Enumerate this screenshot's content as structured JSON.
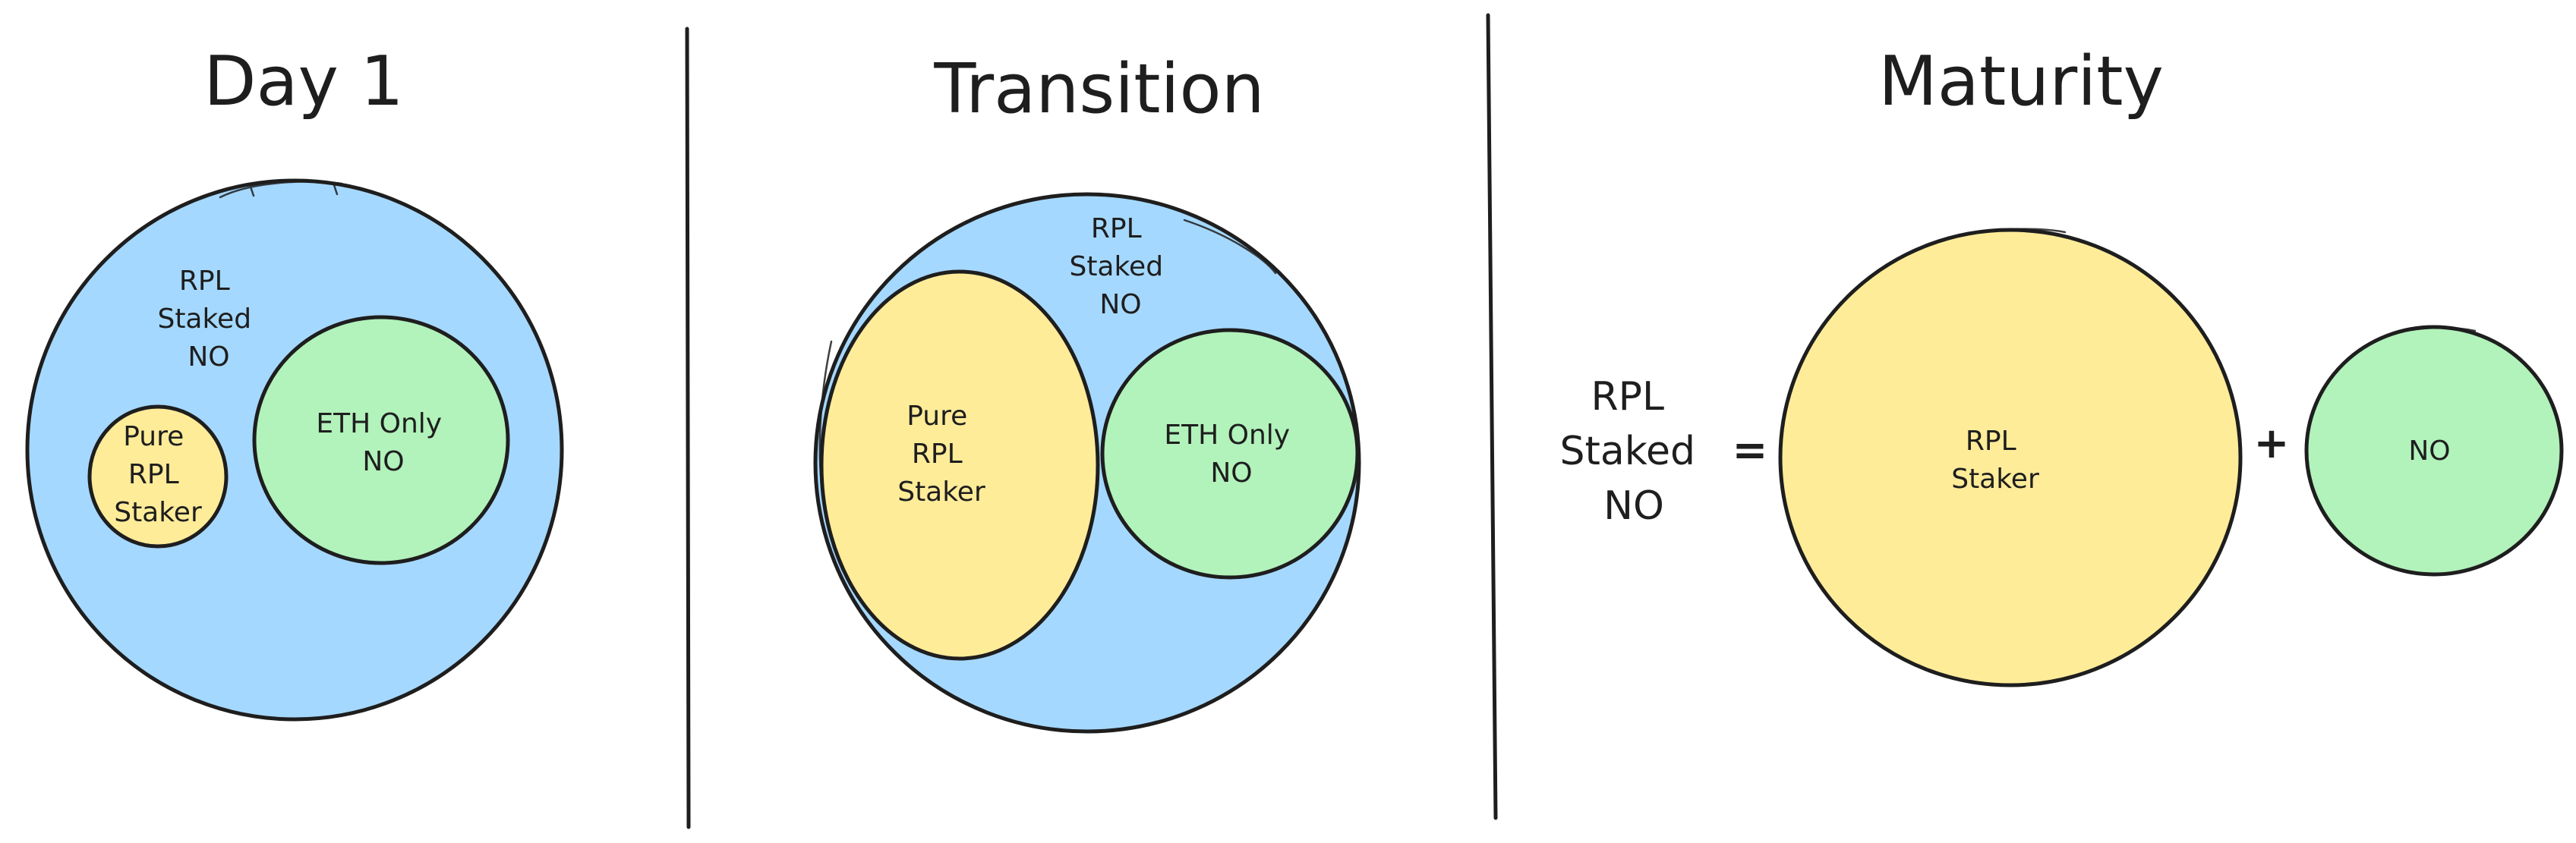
{
  "colors": {
    "staked_no": "#a5d8ff",
    "rpl_staker": "#ffec99",
    "eth_only": "#b2f2bb",
    "ink": "#1e1e1e",
    "background": "#ffffff"
  },
  "panels": {
    "day1": {
      "title": "Day 1",
      "outer_label": [
        "RPL",
        "Staked",
        "NO"
      ],
      "rpl_label": [
        "Pure",
        "RPL",
        "Staker"
      ],
      "eth_label": [
        "ETH Only",
        "NO"
      ]
    },
    "transition": {
      "title": "Transition",
      "outer_label": [
        "RPL",
        "Staked",
        "NO"
      ],
      "rpl_label": [
        "Pure",
        "RPL",
        "Staker"
      ],
      "eth_label": [
        "ETH Only",
        "NO"
      ]
    },
    "maturity": {
      "title": "Maturity",
      "lhs_label": [
        "RPL",
        "Staked",
        "NO"
      ],
      "equals": "=",
      "plus": "+",
      "rpl_label": [
        "RPL",
        "Staker"
      ],
      "no_label": [
        "NO"
      ]
    }
  }
}
